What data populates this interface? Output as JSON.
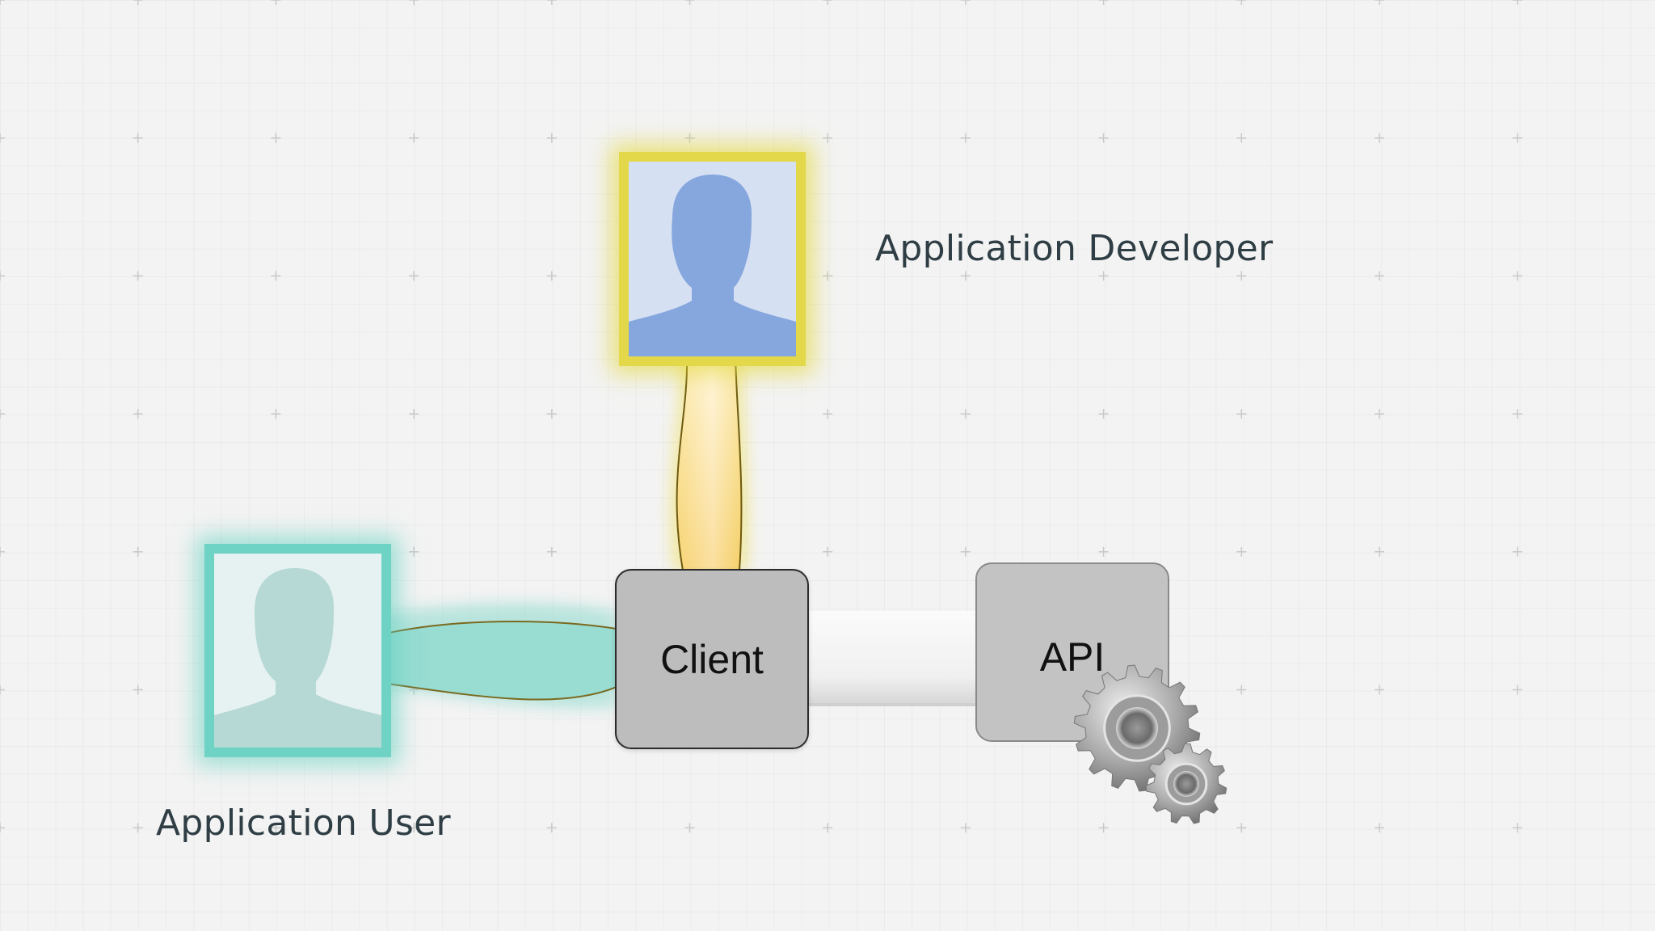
{
  "nodes": {
    "developer": {
      "label": "Application Developer",
      "icon": "person-silhouette-icon",
      "glow_color": "#e3d74a"
    },
    "user": {
      "label": "Application User",
      "icon": "person-silhouette-icon",
      "glow_color": "#6ed3c4"
    },
    "client": {
      "label": "Client"
    },
    "api": {
      "label": "API",
      "icon": "gears-icon"
    }
  }
}
